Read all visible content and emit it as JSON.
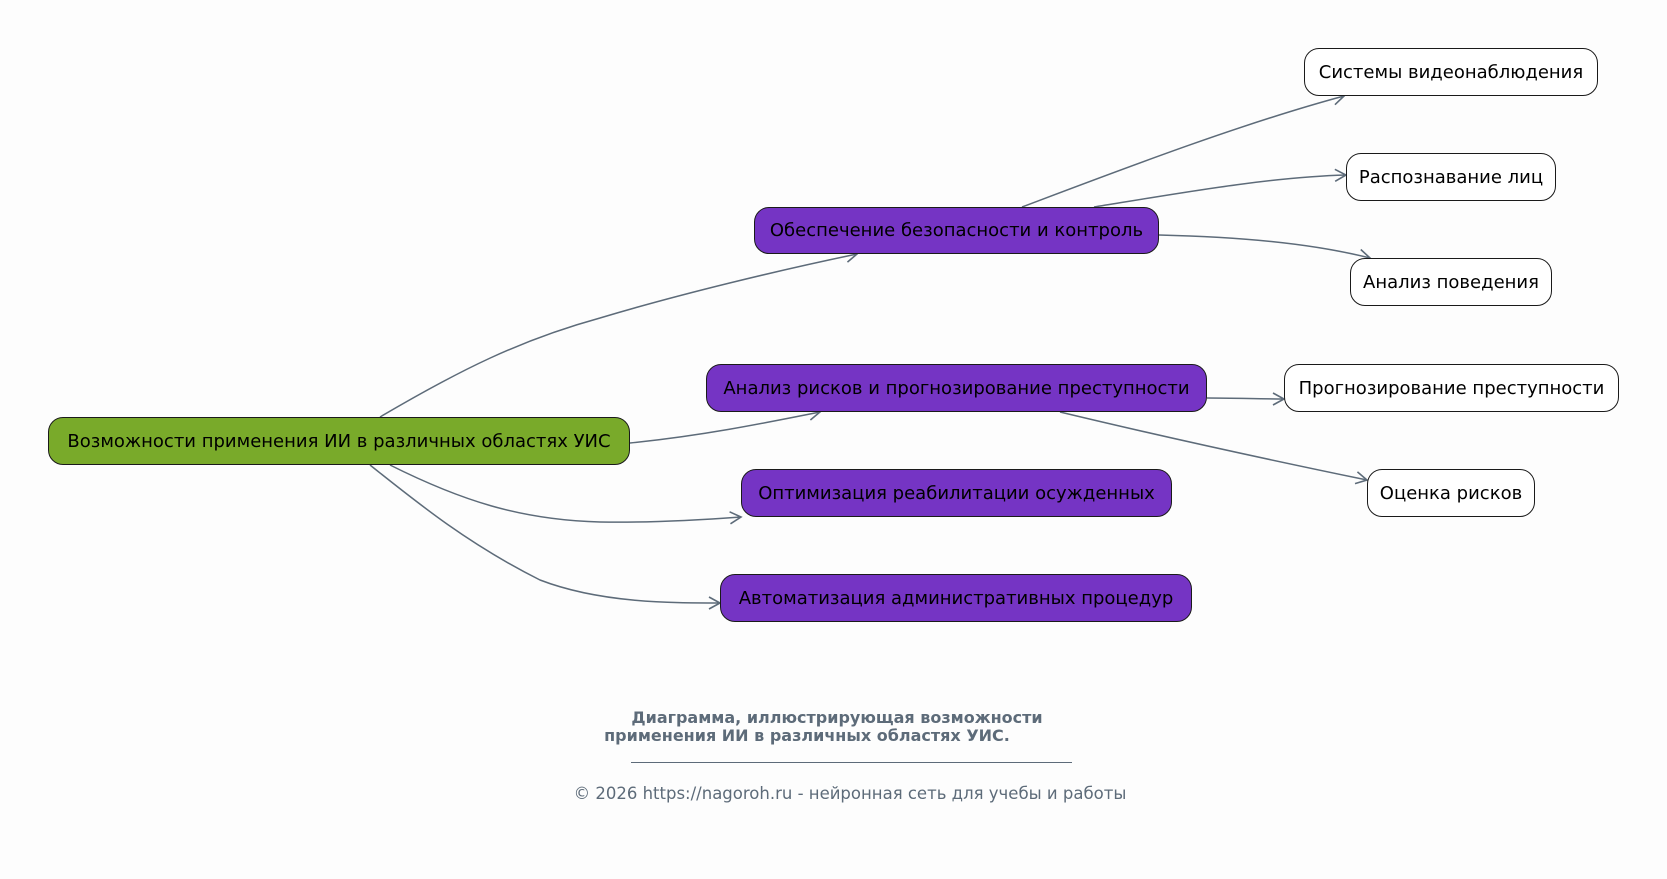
{
  "diagram": {
    "root": {
      "label": "Возможности применения ИИ в различных областях УИС"
    },
    "branches": [
      {
        "label": "Обеспечение безопасности и контроль",
        "children": [
          {
            "label": "Системы видеонаблюдения"
          },
          {
            "label": "Распознавание лиц"
          },
          {
            "label": "Анализ поведения"
          }
        ]
      },
      {
        "label": "Анализ рисков и прогнозирование преступности",
        "children": [
          {
            "label": "Прогнозирование преступности"
          },
          {
            "label": "Оценка рисков"
          }
        ]
      },
      {
        "label": "Оптимизация реабилитации осужденных",
        "children": []
      },
      {
        "label": "Автоматизация административных процедур",
        "children": []
      }
    ],
    "colors": {
      "root_fill": "#79aa2a",
      "branch_fill": "#7534c4",
      "leaf_fill": "#ffffff",
      "edge": "#5d6b79",
      "background": "#fdfdfd"
    }
  },
  "caption": {
    "line1": "Диаграмма, иллюстрирующая возможности",
    "line2": "применения ИИ в различных областях УИС."
  },
  "footer": {
    "text": "© 2026 https://nagoroh.ru - нейронная сеть для учебы и работы"
  }
}
